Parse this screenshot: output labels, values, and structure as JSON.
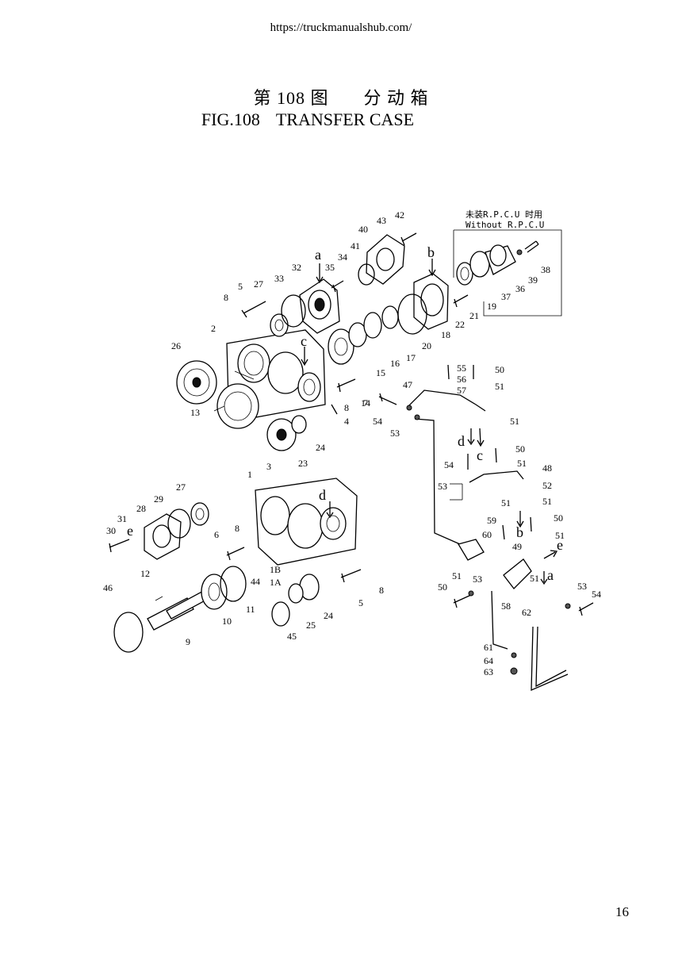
{
  "header": {
    "url": "https://truckmanualshub.com/"
  },
  "title": {
    "cn_fig": "第 108 图",
    "cn_name": "分 动 箱",
    "en_fig": "FIG.108",
    "en_name": "TRANSFER CASE"
  },
  "inset": {
    "label_cn": "未装R.P.C.U 时用",
    "label_en": "Without R.P.C.U"
  },
  "callouts": [
    "1",
    "1A",
    "1B",
    "2",
    "3",
    "4",
    "5",
    "6",
    "7",
    "8",
    "9",
    "10",
    "11",
    "12",
    "13",
    "14",
    "15",
    "16",
    "17",
    "18",
    "19",
    "20",
    "21",
    "22",
    "23",
    "24",
    "25",
    "26",
    "27",
    "28",
    "29",
    "30",
    "31",
    "32",
    "33",
    "34",
    "35",
    "36",
    "37",
    "38",
    "39",
    "40",
    "41",
    "42",
    "43",
    "44",
    "45",
    "46",
    "47",
    "48",
    "49",
    "50",
    "51",
    "52",
    "53",
    "54",
    "55",
    "56",
    "57",
    "58",
    "59",
    "60",
    "61",
    "62",
    "63",
    "64",
    "a",
    "b",
    "c",
    "d",
    "e"
  ],
  "page_number": "16"
}
